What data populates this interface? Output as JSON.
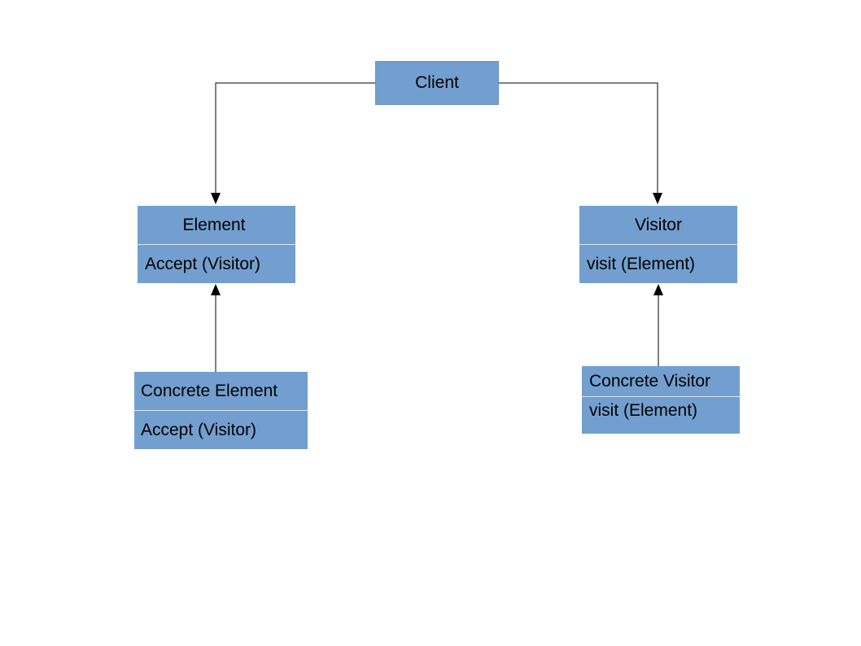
{
  "colors": {
    "box_fill": "#729fcf",
    "line": "#000000"
  },
  "client": {
    "title": "Client"
  },
  "element": {
    "title": "Element",
    "method": "Accept (Visitor)"
  },
  "visitor": {
    "title": "Visitor",
    "method": "visit (Element)"
  },
  "concrete_element": {
    "title": "Concrete Element",
    "method": "Accept (Visitor)"
  },
  "concrete_visitor": {
    "title": "Concrete Visitor",
    "method": "visit (Element)"
  }
}
